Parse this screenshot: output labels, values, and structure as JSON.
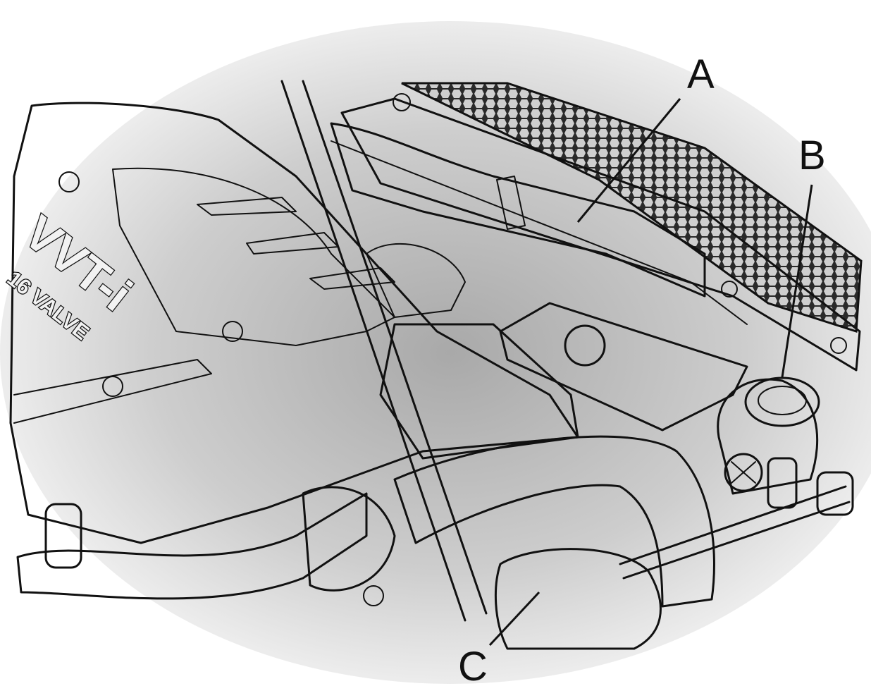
{
  "figure": {
    "engraving": {
      "line1": "VVT-i",
      "line2": "16 VALVE"
    },
    "callouts": [
      {
        "id": "A",
        "label": "A"
      },
      {
        "id": "B",
        "label": "B"
      },
      {
        "id": "C",
        "label": "C"
      }
    ]
  }
}
